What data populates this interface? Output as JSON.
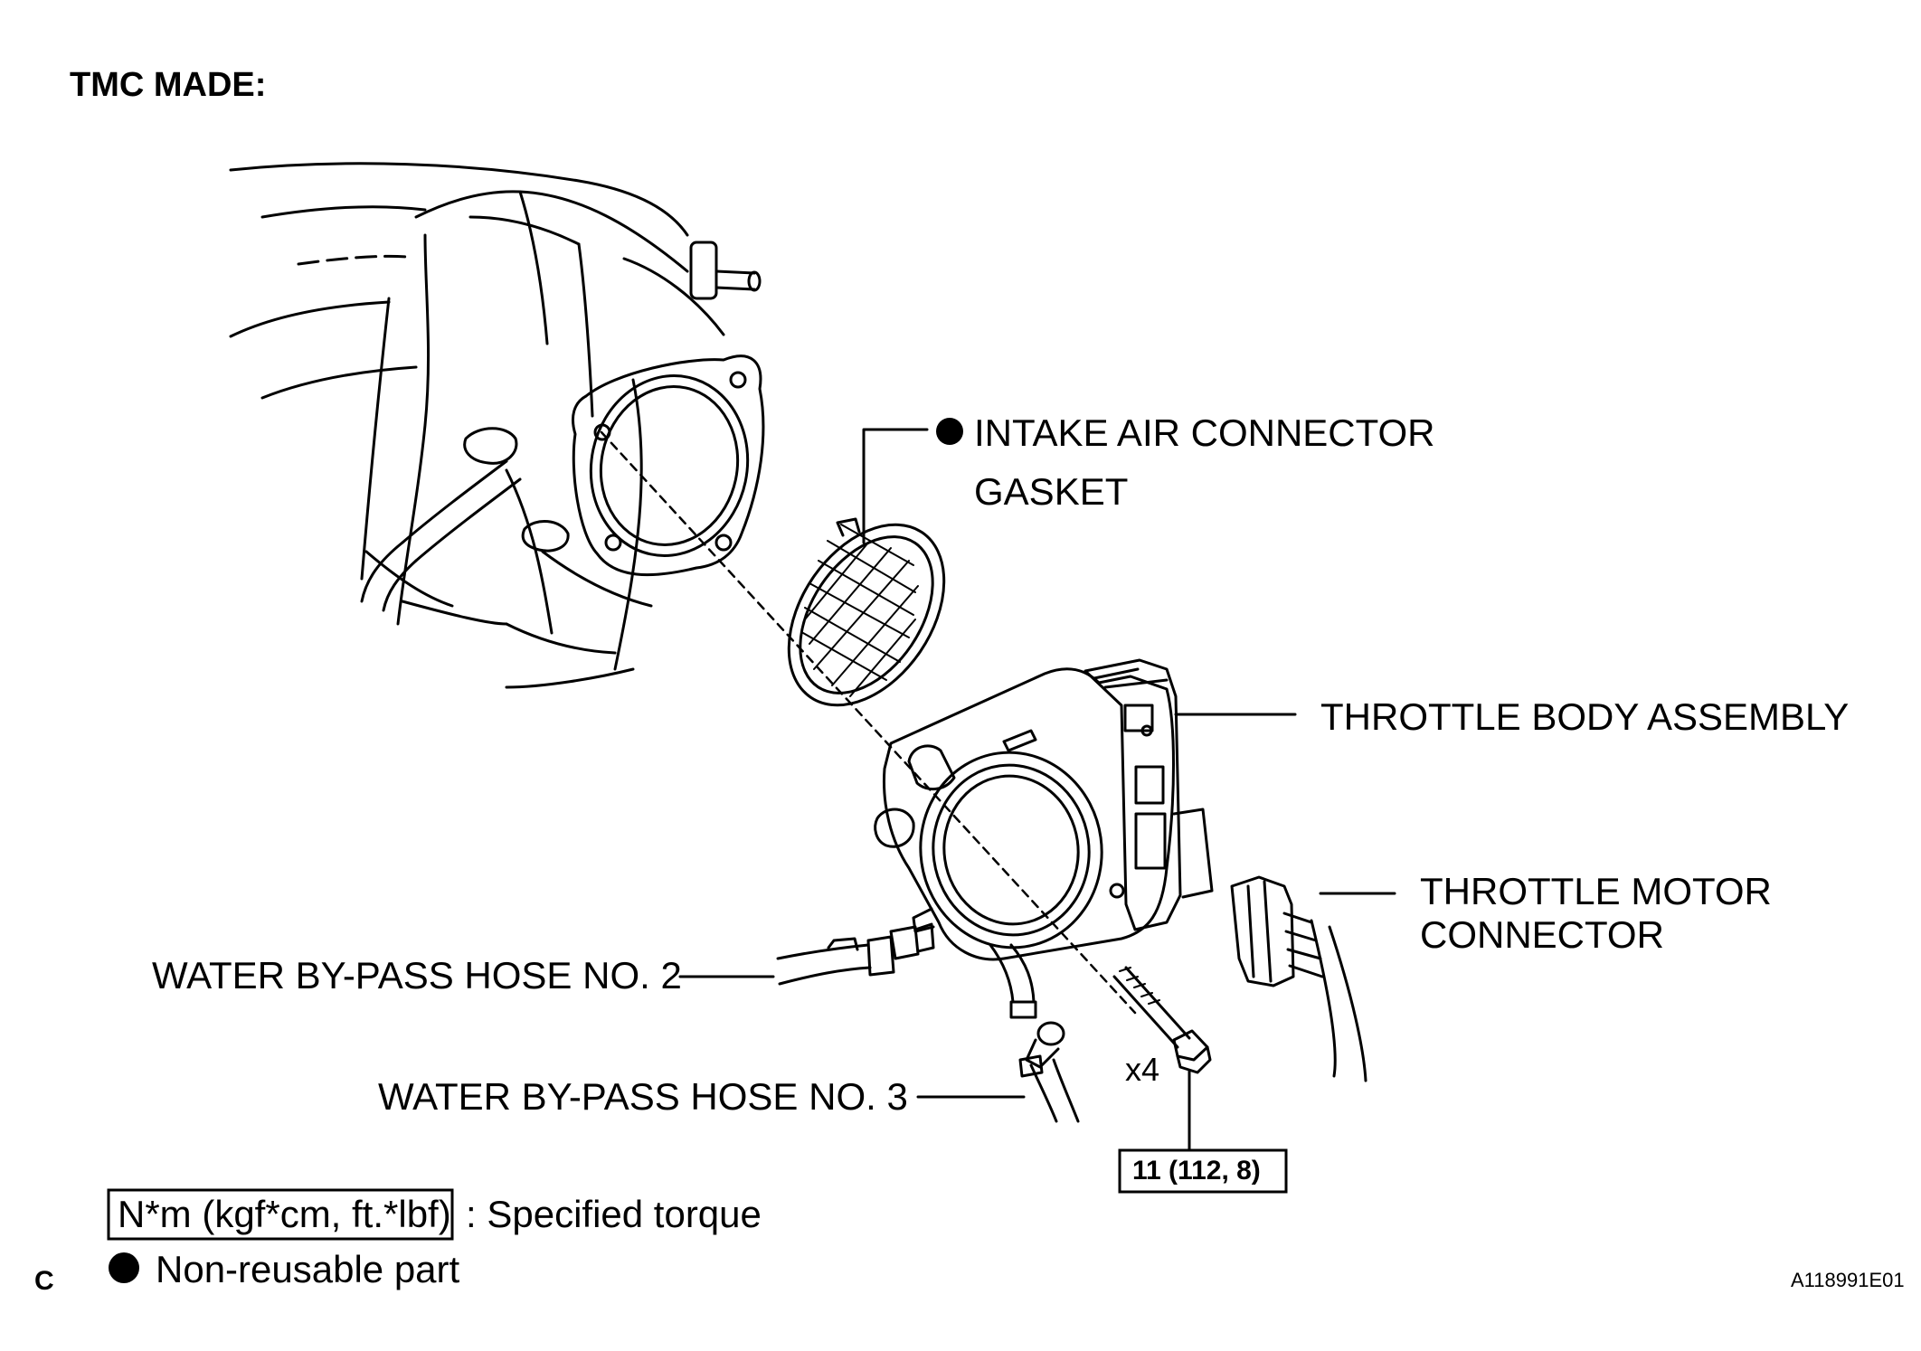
{
  "header": "TMC MADE:",
  "labels": {
    "gasket_line1": "INTAKE AIR CONNECTOR",
    "gasket_line2": "GASKET",
    "throttle_body": "THROTTLE BODY ASSEMBLY",
    "motor_connector_line1": "THROTTLE MOTOR",
    "motor_connector_line2": "CONNECTOR",
    "hose2": "WATER BY-PASS HOSE NO. 2",
    "hose3": "WATER BY-PASS HOSE NO. 3",
    "bolt_count": "x4",
    "torque_value": "11 (112, 8)"
  },
  "legend": {
    "torque_box": "N*m (kgf*cm, ft.*lbf)",
    "torque_text": ": Specified torque",
    "nonreusable_text": "Non-reusable part"
  },
  "footer": {
    "section_letter": "C",
    "figure_id": "A118991E01"
  }
}
